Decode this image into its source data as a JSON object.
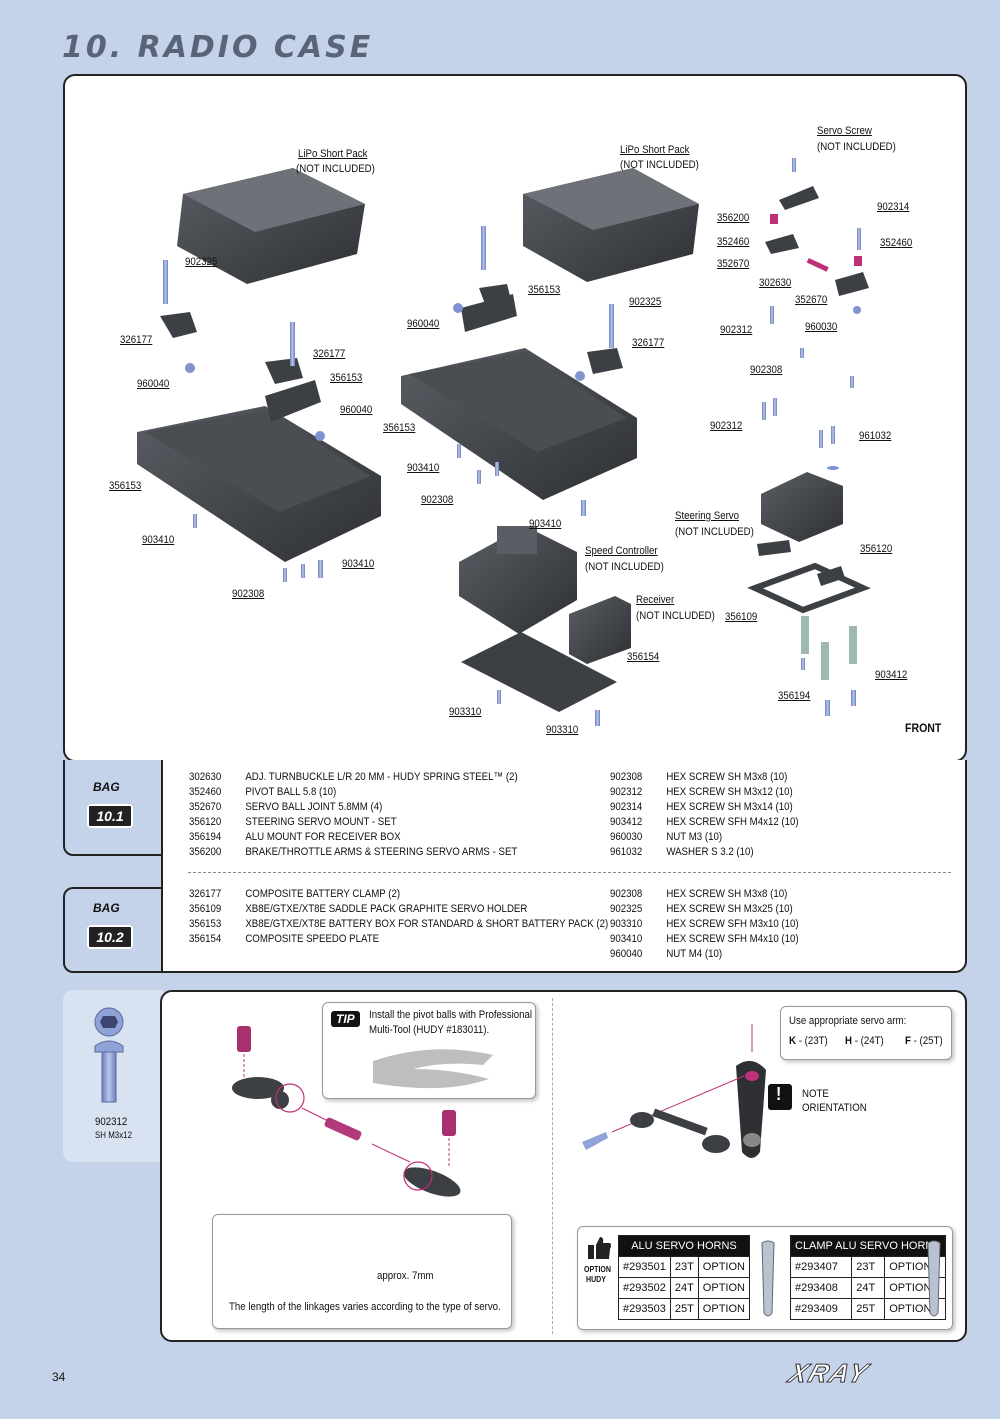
{
  "title": "10. RADIO CASE",
  "callouts": [
    {
      "id": "lipo1",
      "text": "LiPo Short Pack"
    },
    {
      "id": "lipo1n",
      "text": "(NOT INCLUDED)"
    },
    {
      "id": "lipo2",
      "text": "LiPo Short Pack"
    },
    {
      "id": "lipo2n",
      "text": "(NOT INCLUDED)"
    },
    {
      "id": "servoscrew",
      "text": "Servo Screw"
    },
    {
      "id": "servoscrewn",
      "text": "(NOT INCLUDED)"
    },
    {
      "id": "steer",
      "text": "Steering Servo"
    },
    {
      "id": "steern",
      "text": "(NOT INCLUDED)"
    },
    {
      "id": "speed",
      "text": "Speed Controller"
    },
    {
      "id": "speedn",
      "text": "(NOT INCLUDED)"
    },
    {
      "id": "recv",
      "text": "Receiver"
    },
    {
      "id": "recvn",
      "text": "(NOT INCLUDED)"
    }
  ],
  "part_labels": [
    "902325",
    "326177",
    "960040",
    "326177",
    "356153",
    "960040",
    "356153",
    "902308",
    "903410",
    "903410",
    "356153",
    "960040",
    "356153",
    "902325",
    "326177",
    "356153",
    "903410",
    "902308",
    "903410",
    "356200",
    "352460",
    "352670",
    "302630",
    "352670",
    "902312",
    "902314",
    "352460",
    "960030",
    "902308",
    "902312",
    "961032",
    "356120",
    "356109",
    "356154",
    "903310",
    "903310",
    "903412",
    "356194"
  ],
  "front_label": "FRONT",
  "bags": [
    {
      "word": "BAG",
      "num": "10.1"
    },
    {
      "word": "BAG",
      "num": "10.2"
    }
  ],
  "bag1_left": [
    {
      "code": "302630",
      "desc": "ADJ. TURNBUCKLE L/R 20 MM  - HUDY SPRING STEEL™ (2)"
    },
    {
      "code": "352460",
      "desc": "PIVOT BALL 5.8 (10)"
    },
    {
      "code": "352670",
      "desc": "SERVO BALL JOINT  5.8MM (4)"
    },
    {
      "code": "356120",
      "desc": "STEERING SERVO MOUNT - SET"
    },
    {
      "code": "356194",
      "desc": "ALU MOUNT FOR RECEIVER BOX"
    },
    {
      "code": "356200",
      "desc": "BRAKE/THROTTLE ARMS & STEERING SERVO ARMS - SET"
    }
  ],
  "bag1_right": [
    {
      "code": "902308",
      "desc": "HEX SCREW  SH M3x8  (10)"
    },
    {
      "code": "902312",
      "desc": "HEX SCREW  SH M3x12 (10)"
    },
    {
      "code": "902314",
      "desc": "HEX SCREW  SH M3x14 (10)"
    },
    {
      "code": "903412",
      "desc": "HEX SCREW  SFH M4x12 (10)"
    },
    {
      "code": "960030",
      "desc": "NUT M3 (10)"
    },
    {
      "code": "961032",
      "desc": "WASHER S 3.2 (10)"
    }
  ],
  "bag2_left": [
    {
      "code": "326177",
      "desc": "COMPOSITE BATTERY CLAMP (2)"
    },
    {
      "code": "356109",
      "desc": "XB8E/GTXE/XT8E SADDLE PACK GRAPHITE SERVO HOLDER"
    },
    {
      "code": "356153",
      "desc": "XB8E/GTXE/XT8E BATTERY BOX FOR STANDARD & SHORT BATTERY PACK (2)"
    },
    {
      "code": "356154",
      "desc": "COMPOSITE SPEEDO PLATE"
    }
  ],
  "bag2_right": [
    {
      "code": "902308",
      "desc": "HEX SCREW  SH M3x8  (10)"
    },
    {
      "code": "902325",
      "desc": "HEX SCREW  SH M3x25 (10)"
    },
    {
      "code": "903310",
      "desc": "HEX SCREW  SFH M3x10 (10)"
    },
    {
      "code": "903410",
      "desc": "HEX SCREW  SFH M4x10 (10)"
    },
    {
      "code": "960040",
      "desc": "NUT M4 (10)"
    }
  ],
  "screw_ref": {
    "code": "902312",
    "size": "SH M3x12"
  },
  "tip": {
    "badge": "TIP",
    "text1": "Install the pivot balls with Professional",
    "text2": "Multi-Tool (HUDY #183011)."
  },
  "linkage": {
    "dim": "approx. 7mm",
    "note": "The length of the linkages varies according to the type of servo."
  },
  "servo_arm": {
    "heading": "Use appropriate servo arm:",
    "options": [
      {
        "letter": "K",
        "teeth": "- (23T)"
      },
      {
        "letter": "H",
        "teeth": "- (24T)"
      },
      {
        "letter": "F",
        "teeth": "- (25T)"
      }
    ]
  },
  "note": {
    "mark": "!",
    "line1": "NOTE",
    "line2": "ORIENTATION"
  },
  "option_badge": {
    "word": "OPTION",
    "brand": "HUDY"
  },
  "alu_horns": {
    "title": "ALU SERVO HORNS",
    "rows": [
      [
        "#293501",
        "23T",
        "OPTION"
      ],
      [
        "#293502",
        "24T",
        "OPTION"
      ],
      [
        "#293503",
        "25T",
        "OPTION"
      ]
    ]
  },
  "clamp_horns": {
    "title": "CLAMP ALU SERVO HORNS",
    "rows": [
      [
        "#293407",
        "23T",
        "OPTION"
      ],
      [
        "#293408",
        "24T",
        "OPTION"
      ],
      [
        "#293409",
        "25T",
        "OPTION"
      ]
    ]
  },
  "page_number": "34",
  "brand": "XRAY",
  "colors": {
    "background": "#c5d3ea",
    "part_dark": "#3c3f44",
    "screw": "#8fa3d6",
    "accent": "#c0307a"
  }
}
